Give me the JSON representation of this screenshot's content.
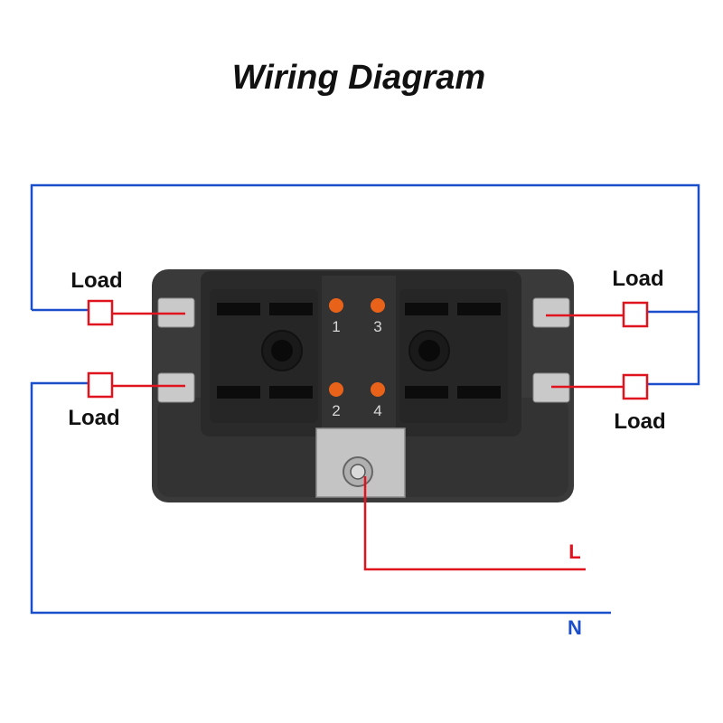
{
  "title": "Wiring Diagram",
  "loads": [
    {
      "label": "Load",
      "side": "left",
      "position": "upper"
    },
    {
      "label": "Load",
      "side": "left",
      "position": "lower"
    },
    {
      "label": "Load",
      "side": "right",
      "position": "upper"
    },
    {
      "label": "Load",
      "side": "right",
      "position": "lower"
    }
  ],
  "fuse_slots": [
    "1",
    "3",
    "2",
    "4"
  ],
  "live_label": "L",
  "neutral_label": "N",
  "colors": {
    "neutral_wire": "#1a4fc9",
    "live_wire": "#e0141e",
    "load_box": "#e0141e",
    "live_label": "#e0141e",
    "neutral_label": "#1a4fc9",
    "fuse_box_body": "#3a3a3a",
    "fuse_box_panel": "#2a2a2a",
    "led": "#e8621a",
    "title": "#111111"
  },
  "icons": {
    "fuse_box": "fuse-box-icon",
    "led": "led-indicator-icon",
    "terminal": "blade-terminal-icon",
    "stud": "power-stud-icon"
  }
}
